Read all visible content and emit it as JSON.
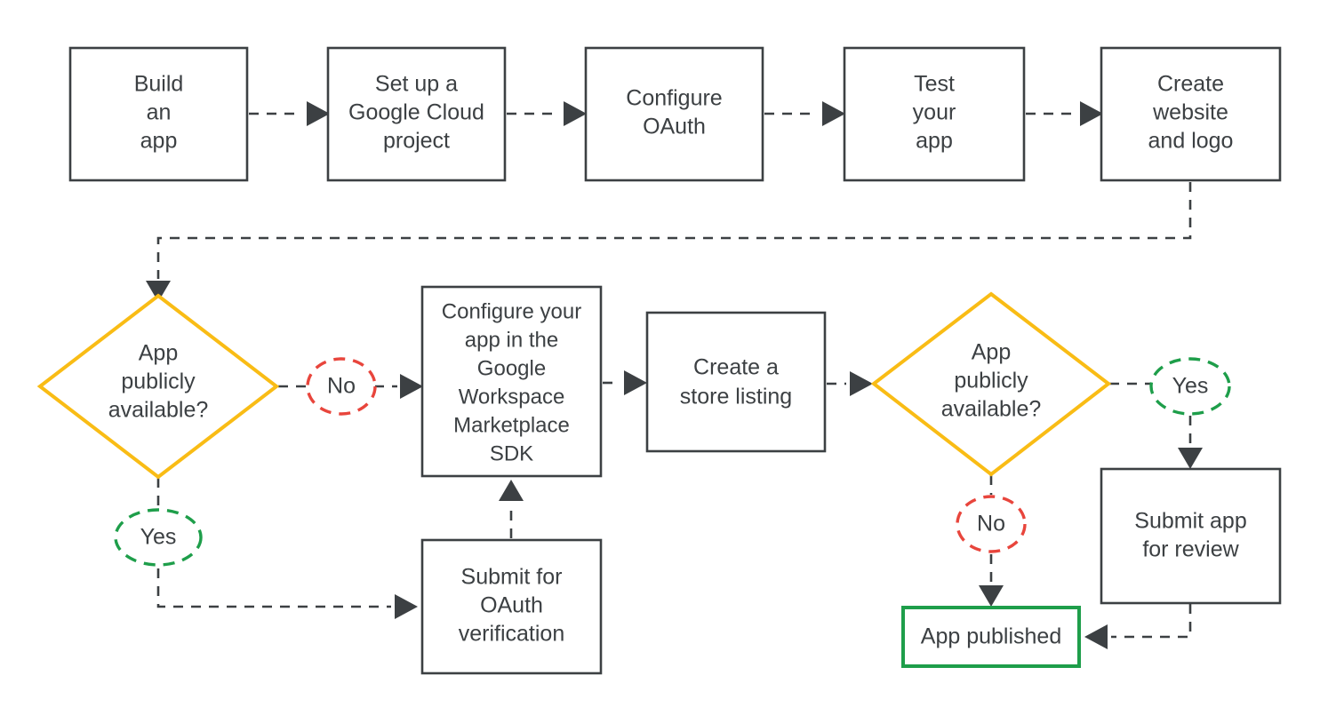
{
  "diagram": {
    "title": "Google Workspace Marketplace app publishing flow",
    "type": "flowchart",
    "background": "#ffffff",
    "colors": {
      "node_stroke": "#3c4043",
      "decision_stroke": "#f9bc15",
      "terminal_stroke": "#1e9e4a",
      "yes_label": "#1e9e4a",
      "no_label": "#e8453c",
      "edge": "#3c4043",
      "text": "#3c4043"
    }
  },
  "nodes": {
    "build_app": {
      "lines": [
        "Build",
        "an",
        "app"
      ]
    },
    "gcp_project": {
      "lines": [
        "Set up a",
        "Google Cloud",
        "project"
      ]
    },
    "configure_oauth": {
      "lines": [
        "Configure",
        "OAuth"
      ]
    },
    "test_app": {
      "lines": [
        "Test",
        "your",
        "app"
      ]
    },
    "website_logo": {
      "lines": [
        "Create",
        "website",
        "and logo"
      ]
    },
    "decision_left": {
      "lines": [
        "App",
        "publicly",
        "available?"
      ]
    },
    "marketplace_sdk": {
      "lines": [
        "Configure your",
        "app in the",
        "Google",
        "Workspace",
        "Marketplace",
        "SDK"
      ]
    },
    "oauth_verification": {
      "lines": [
        "Submit for",
        "OAuth",
        "verification"
      ]
    },
    "store_listing": {
      "lines": [
        "Create a",
        "store listing"
      ]
    },
    "decision_right": {
      "lines": [
        "App",
        "publicly",
        "available?"
      ]
    },
    "submit_review": {
      "lines": [
        "Submit app",
        "for review"
      ]
    },
    "app_published": {
      "lines": [
        "App published"
      ]
    }
  },
  "edge_labels": {
    "left_no": "No",
    "left_yes": "Yes",
    "right_yes": "Yes",
    "right_no": "No"
  }
}
